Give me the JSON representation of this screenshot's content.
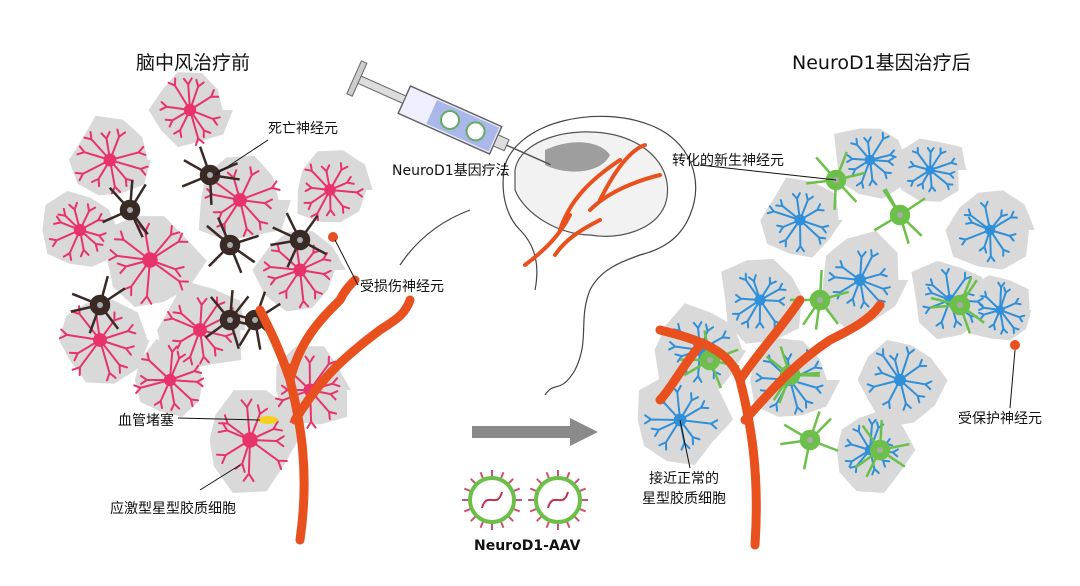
{
  "titles": {
    "before": "脑中风治疗前",
    "after": "NeuroD1基因治疗后"
  },
  "labels": {
    "dead_neuron": "死亡神经元",
    "gene_therapy": "NeuroD1基因疗法",
    "injured_neuron": "受损伤神经元",
    "vessel_block": "血管堵塞",
    "reactive_astrocyte": "应激型星型胶质细胞",
    "aav": "NeuroD1-AAV",
    "converted_neuron": "转化的新生神经元",
    "protected_neuron": "受保护神经元",
    "normal_astrocyte_line1": "接近正常的",
    "normal_astrocyte_line2": "星型胶质细胞"
  },
  "colors": {
    "reactive_astrocyte": "#e8336a",
    "dead_neuron": "#3a2a26",
    "vessel": "#e8501e",
    "normal_astrocyte": "#2f8fd8",
    "new_neuron": "#6cc04a",
    "blob": "#d9d9d9"
  }
}
